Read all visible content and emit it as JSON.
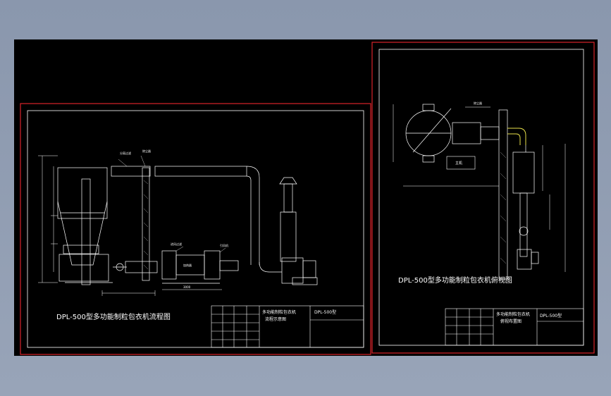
{
  "drawings": {
    "left": {
      "title": "DPL-500型多功能制粒包衣机流程图",
      "title_block": {
        "name_line1": "多功能制粒包衣机",
        "name_line2": "流程示意图",
        "model": "DPL-500型"
      },
      "labels": {
        "label_a": "分离过滤",
        "label_b": "除尘器",
        "label_c": "进风过滤",
        "label_d": "引风机",
        "label_e": "加热器",
        "dim_a": "3000"
      }
    },
    "right": {
      "title": "DPL-500型多功能制粒包衣机俯视图",
      "title_block": {
        "name_line1": "多功能制粒包衣机",
        "name_line2": "俯视布置图",
        "model": "DPL-500型"
      },
      "labels": {
        "label_a": "除尘器",
        "label_b": "主机"
      }
    }
  },
  "colors": {
    "background": "#000000",
    "border_red": "#d8232a",
    "line_white": "#ffffff",
    "accent_yellow": "#e8e04a",
    "viewport": "#8e9bb0"
  }
}
